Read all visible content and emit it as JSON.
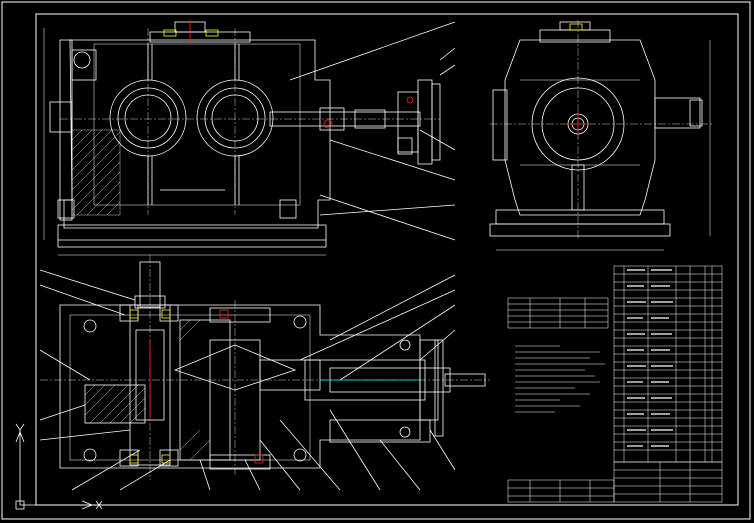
{
  "drawing": {
    "colors": {
      "background": "#000000",
      "line": "#ffffff",
      "hatch": "#ffffff",
      "accent_red": "#ff2020",
      "accent_yellow": "#ffff00",
      "accent_cyan": "#00ffff",
      "accent_green": "#00ff00",
      "accent_magenta": "#ff00ff"
    },
    "views": [
      "front-section-view",
      "side-view",
      "top-section-view"
    ],
    "tables": [
      "gear-parameter-table",
      "parts-list",
      "title-block"
    ],
    "icons": [
      "ucs-axis-icon"
    ]
  }
}
